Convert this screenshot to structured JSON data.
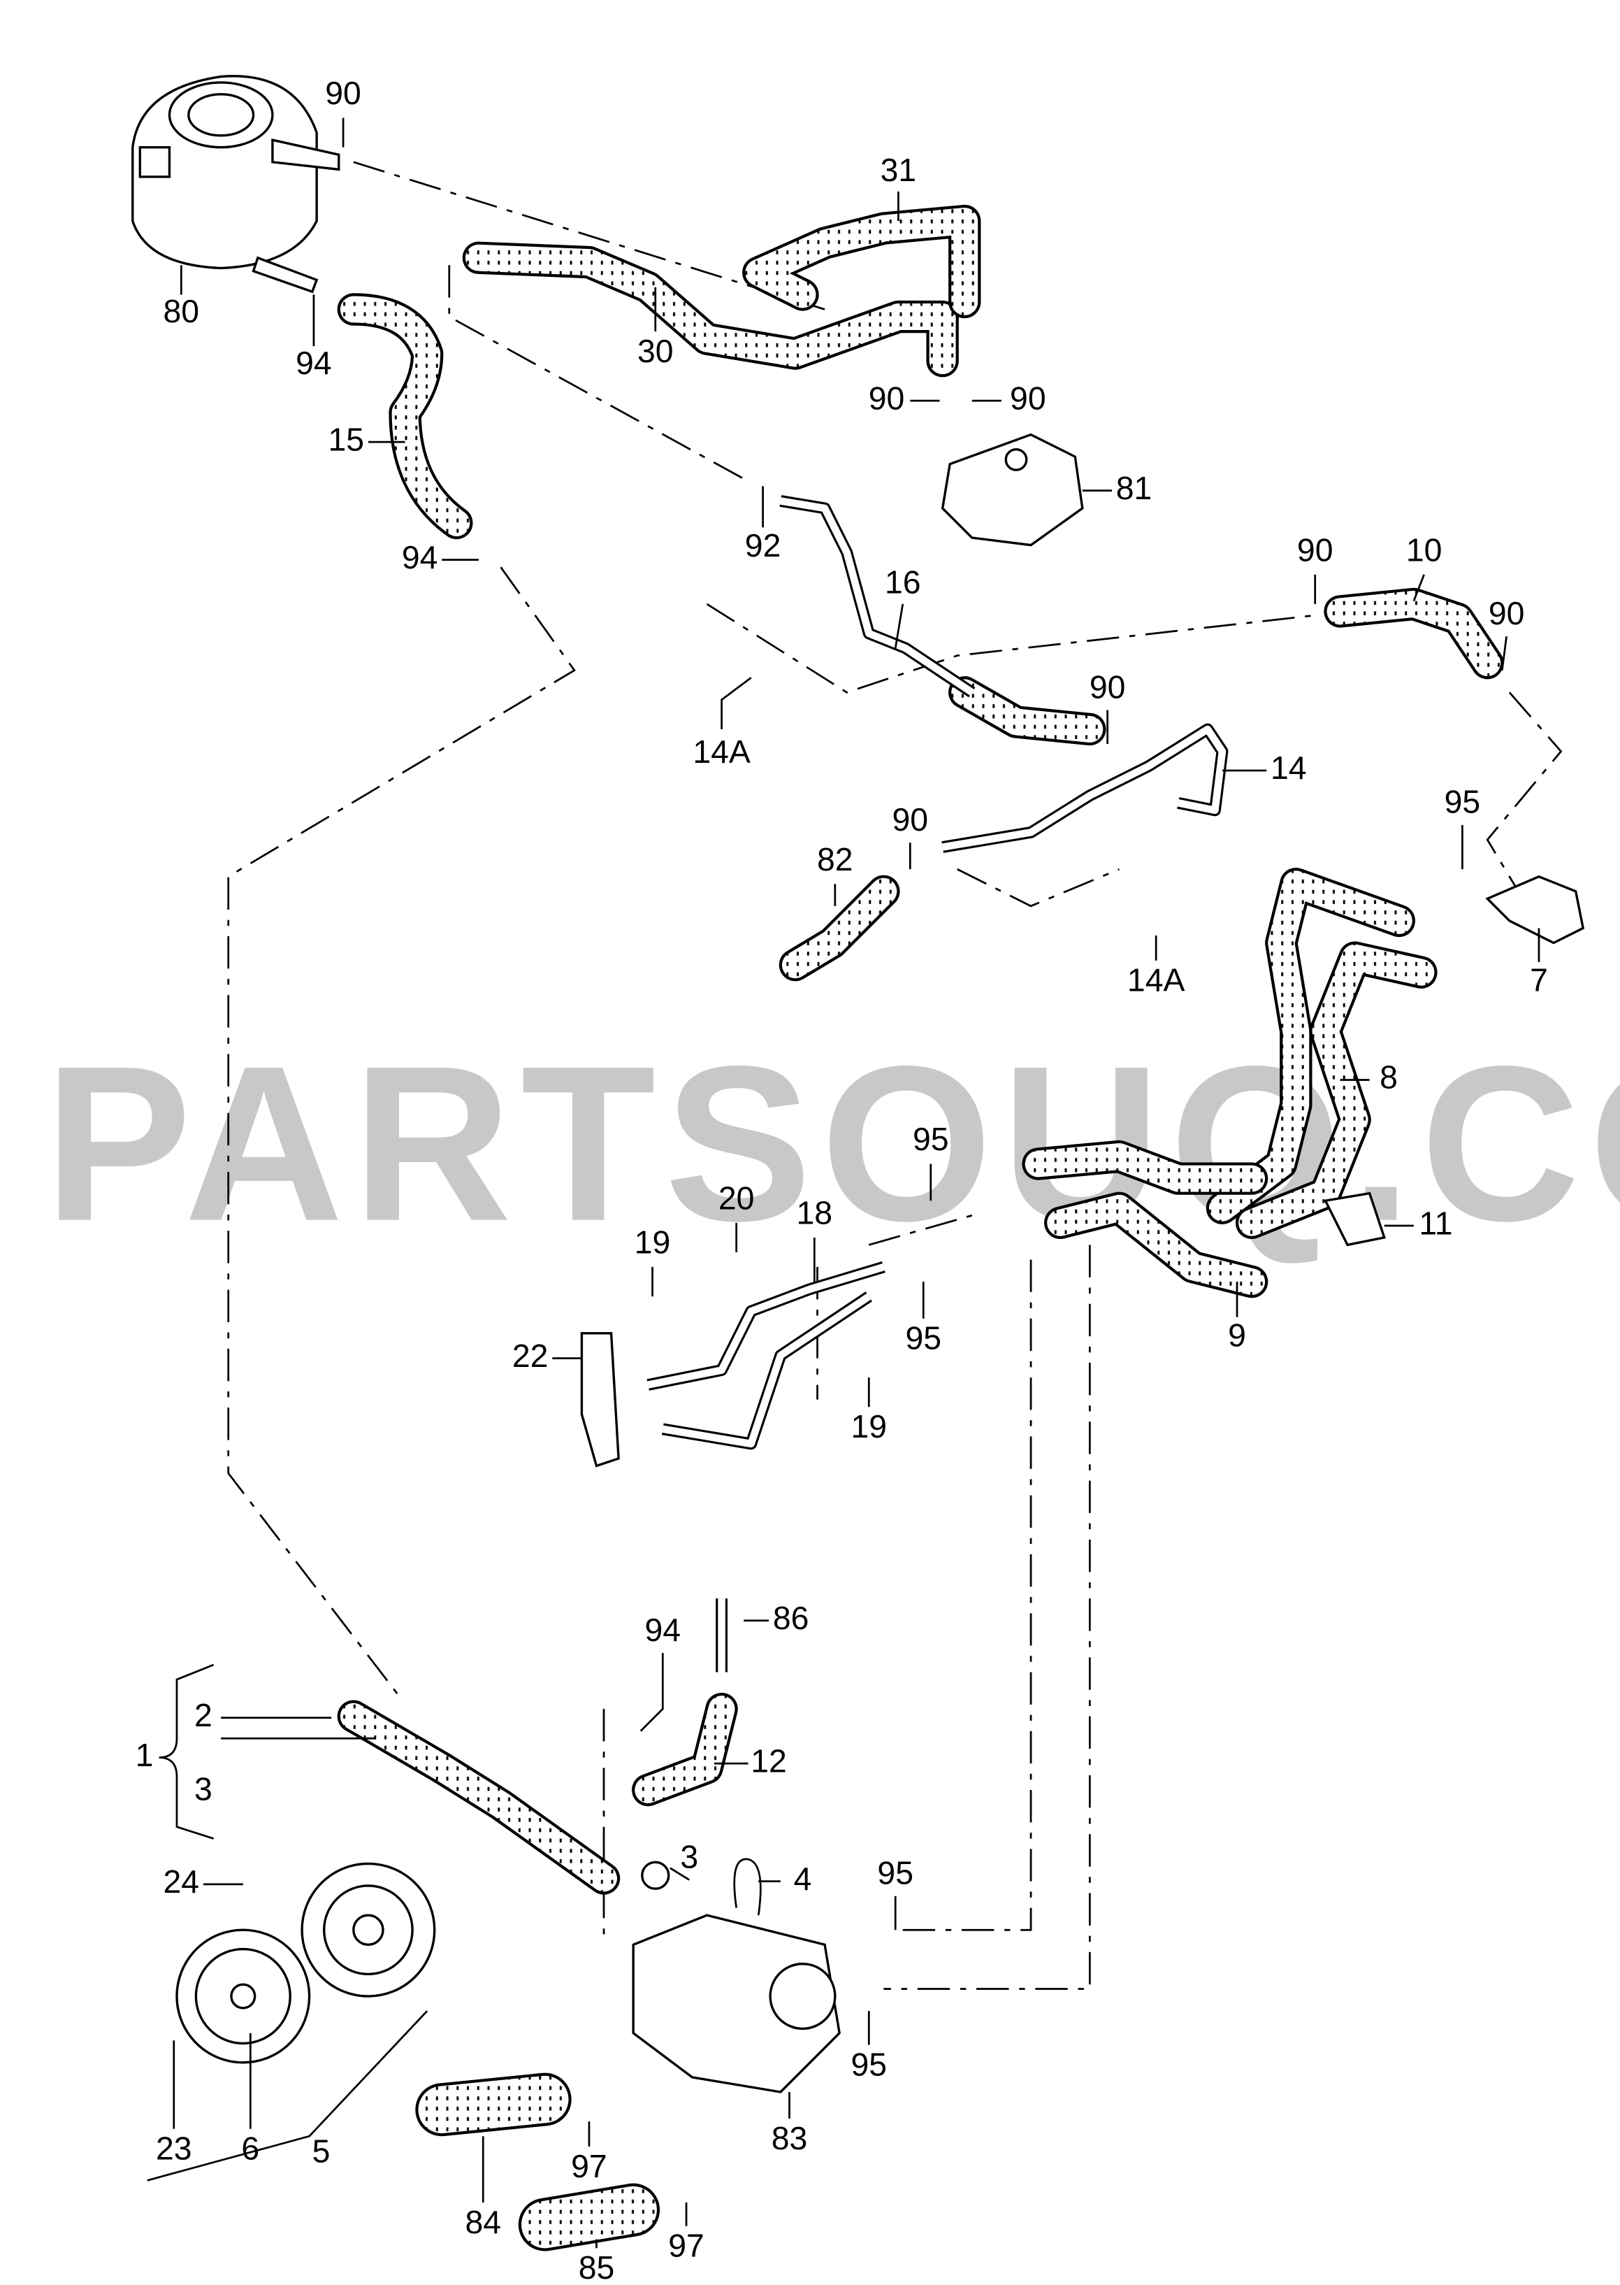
{
  "watermark": "PARTSOUQ.COM",
  "labels": [
    "90",
    "80",
    "94",
    "15",
    "94",
    "31",
    "30",
    "90",
    "90",
    "81",
    "92",
    "16",
    "14A",
    "90",
    "10",
    "90",
    "90",
    "14",
    "95",
    "7",
    "90",
    "82",
    "14A",
    "8",
    "95",
    "20",
    "18",
    "19",
    "11",
    "9",
    "95",
    "22",
    "19",
    "94",
    "86",
    "2",
    "1",
    "3",
    "12",
    "3",
    "4",
    "95",
    "24",
    "95",
    "23",
    "6",
    "5",
    "97",
    "83",
    "84",
    "97",
    "85"
  ]
}
